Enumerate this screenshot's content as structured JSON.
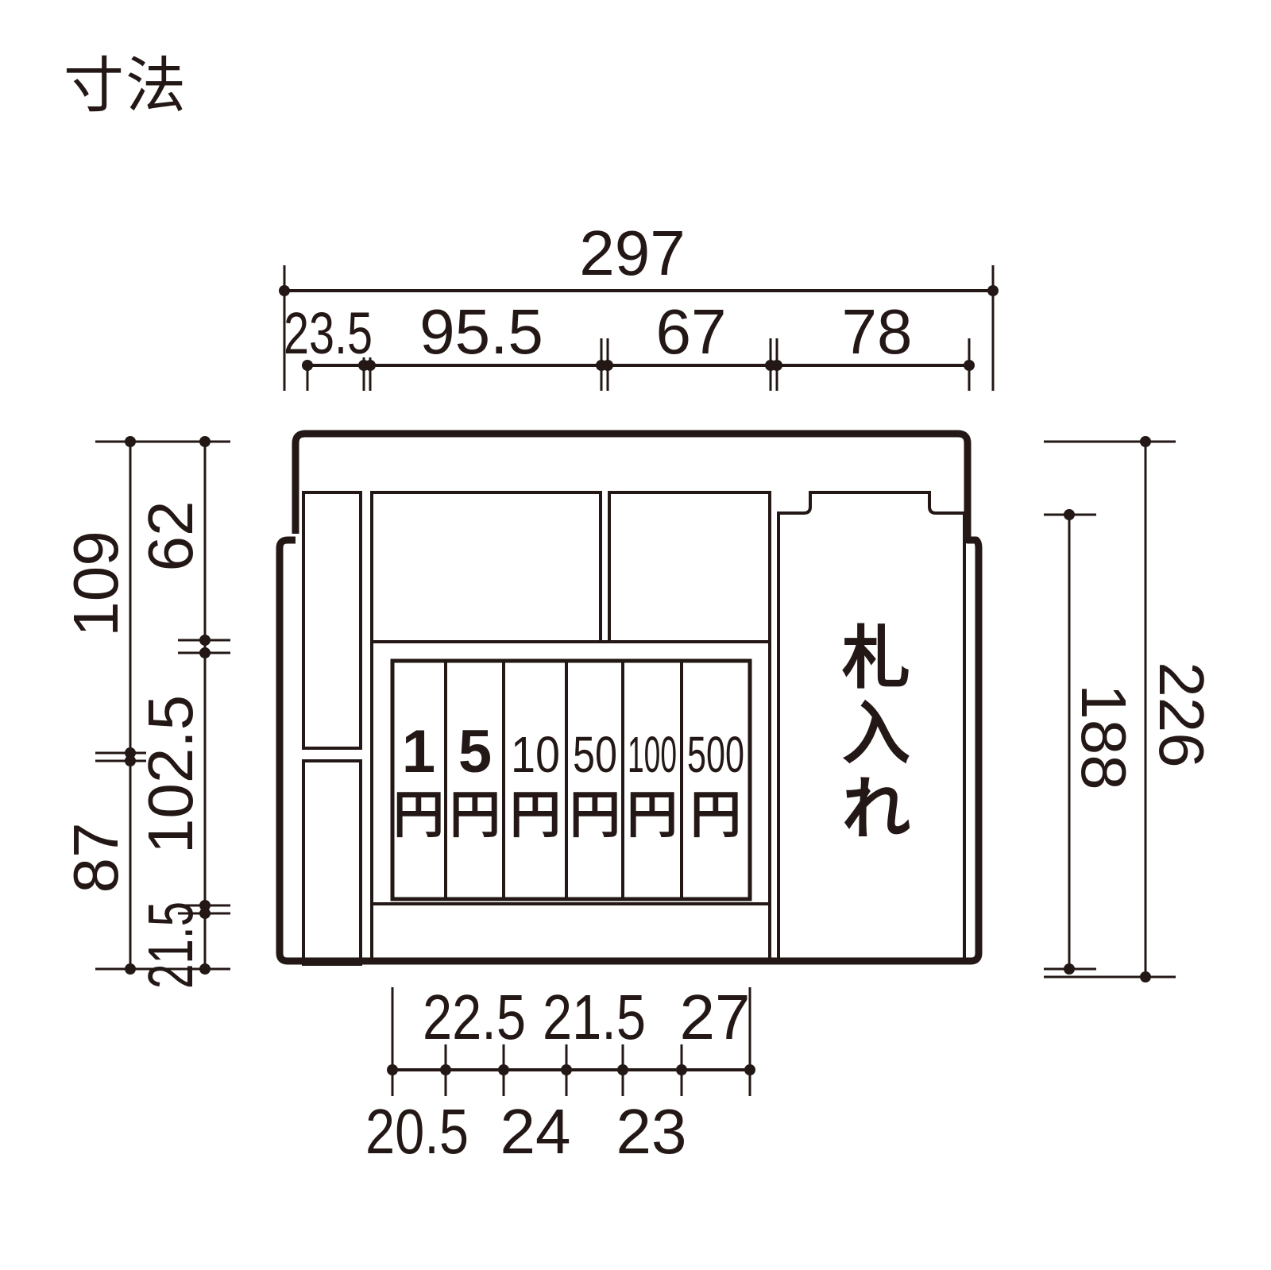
{
  "title": "寸法",
  "colors": {
    "ink": "#231815",
    "background": "#ffffff"
  },
  "top_dimensions": {
    "overall_width": "297",
    "segments": [
      "23.5",
      "95.5",
      "67",
      "78"
    ]
  },
  "left_dimensions": {
    "outer": [
      "109",
      "87",
      "21.5"
    ],
    "inner": [
      "62",
      "102.5",
      "21.5"
    ]
  },
  "right_dimensions": {
    "inner_height": "188",
    "overall_height": "226"
  },
  "bottom_dimensions": {
    "upper_row": [
      "22.5",
      "21.5",
      "27"
    ],
    "lower_row": [
      "20.5",
      "24",
      "23"
    ]
  },
  "compartments": {
    "coins": [
      {
        "value": "1",
        "unit": "円"
      },
      {
        "value": "5",
        "unit": "円"
      },
      {
        "value": "10",
        "unit": "円"
      },
      {
        "value": "50",
        "unit": "円"
      },
      {
        "value": "100",
        "unit": "円"
      },
      {
        "value": "500",
        "unit": "円"
      }
    ],
    "bill_label": [
      "札",
      "入",
      "れ"
    ]
  }
}
